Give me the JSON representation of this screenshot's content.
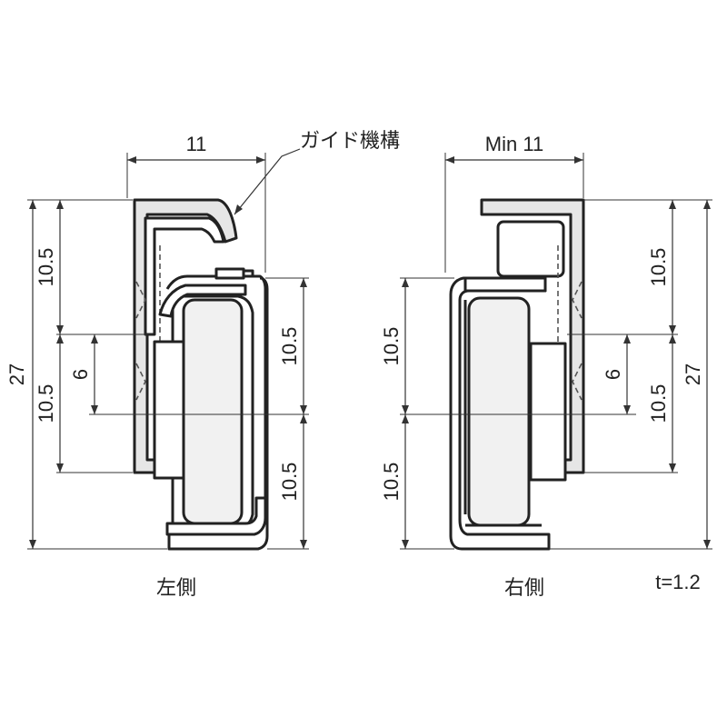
{
  "left_view": {
    "caption": "左側",
    "width_dim": "11",
    "guide_label": "ガイド機構",
    "height_dim": "27",
    "upper_left_dim": "10.5",
    "lower_left_dim": "10.5",
    "gap_dim": "6",
    "upper_right_dim": "10.5",
    "lower_right_dim": "10.5"
  },
  "right_view": {
    "caption": "右側",
    "width_dim": "Min 11",
    "height_dim": "27",
    "upper_left_dim": "10.5",
    "lower_left_dim": "10.5",
    "gap_dim": "6",
    "upper_right_dim": "10.5",
    "lower_right_dim": "10.5"
  },
  "thickness_note": "t=1.2"
}
